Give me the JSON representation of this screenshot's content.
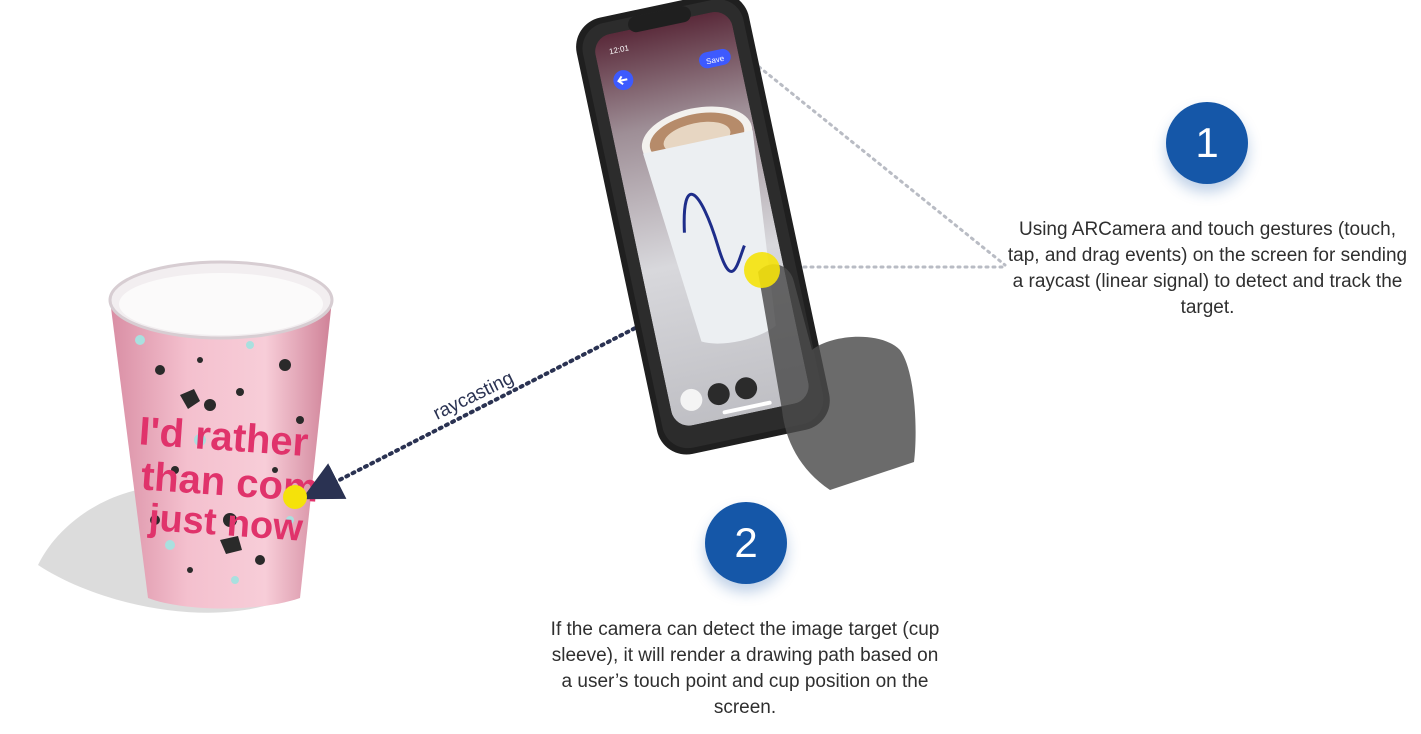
{
  "step1": {
    "number": "1",
    "text": "Using ARCamera and touch gestures (touch, tap, and drag events) on the screen for sending a raycast (linear signal) to detect and track the target."
  },
  "step2": {
    "number": "2",
    "text": "If the camera can detect the image target (cup sleeve), it will render a drawing path based on a user’s touch point and cup position on the screen."
  },
  "arrow_label": "raycasting",
  "phone": {
    "time": "12:01",
    "save_label": "Save"
  },
  "cup_text": {
    "line1": "I'd rather",
    "line2": "than com",
    "line3": "just now"
  },
  "colors": {
    "step_circle": "#1557a8",
    "touch_point": "#f5e20a",
    "cup_pink": "#f2b8c6",
    "cup_text": "#e0336b",
    "app_button": "#3d5afe"
  }
}
